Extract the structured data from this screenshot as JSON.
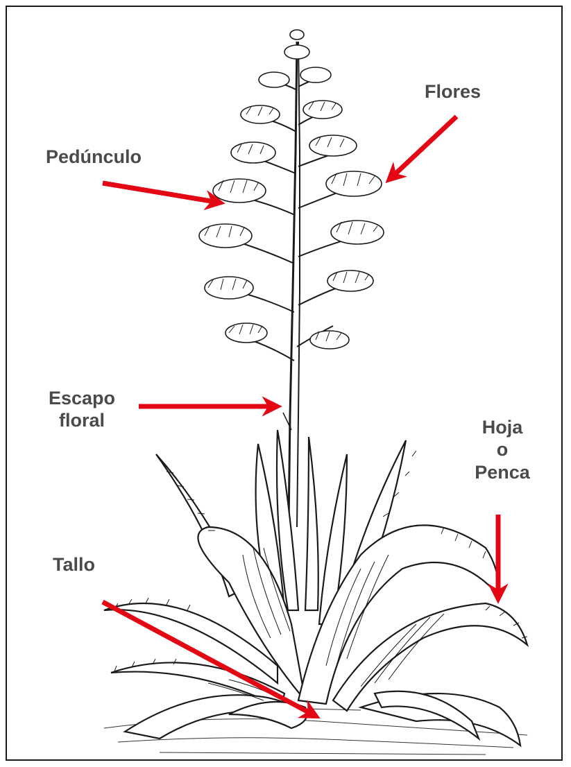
{
  "labels": {
    "flores": "Flores",
    "pedunculo": "Pedúnculo",
    "escapo_line1": "Escapo",
    "escapo_line2": "floral",
    "hoja_line1": "Hoja",
    "hoja_line2": "o",
    "hoja_line3": "Penca",
    "tallo": "Tallo"
  },
  "colors": {
    "arrow": "#e30613",
    "label_text": "#4a4a4a",
    "ink": "#1a1a1a"
  }
}
